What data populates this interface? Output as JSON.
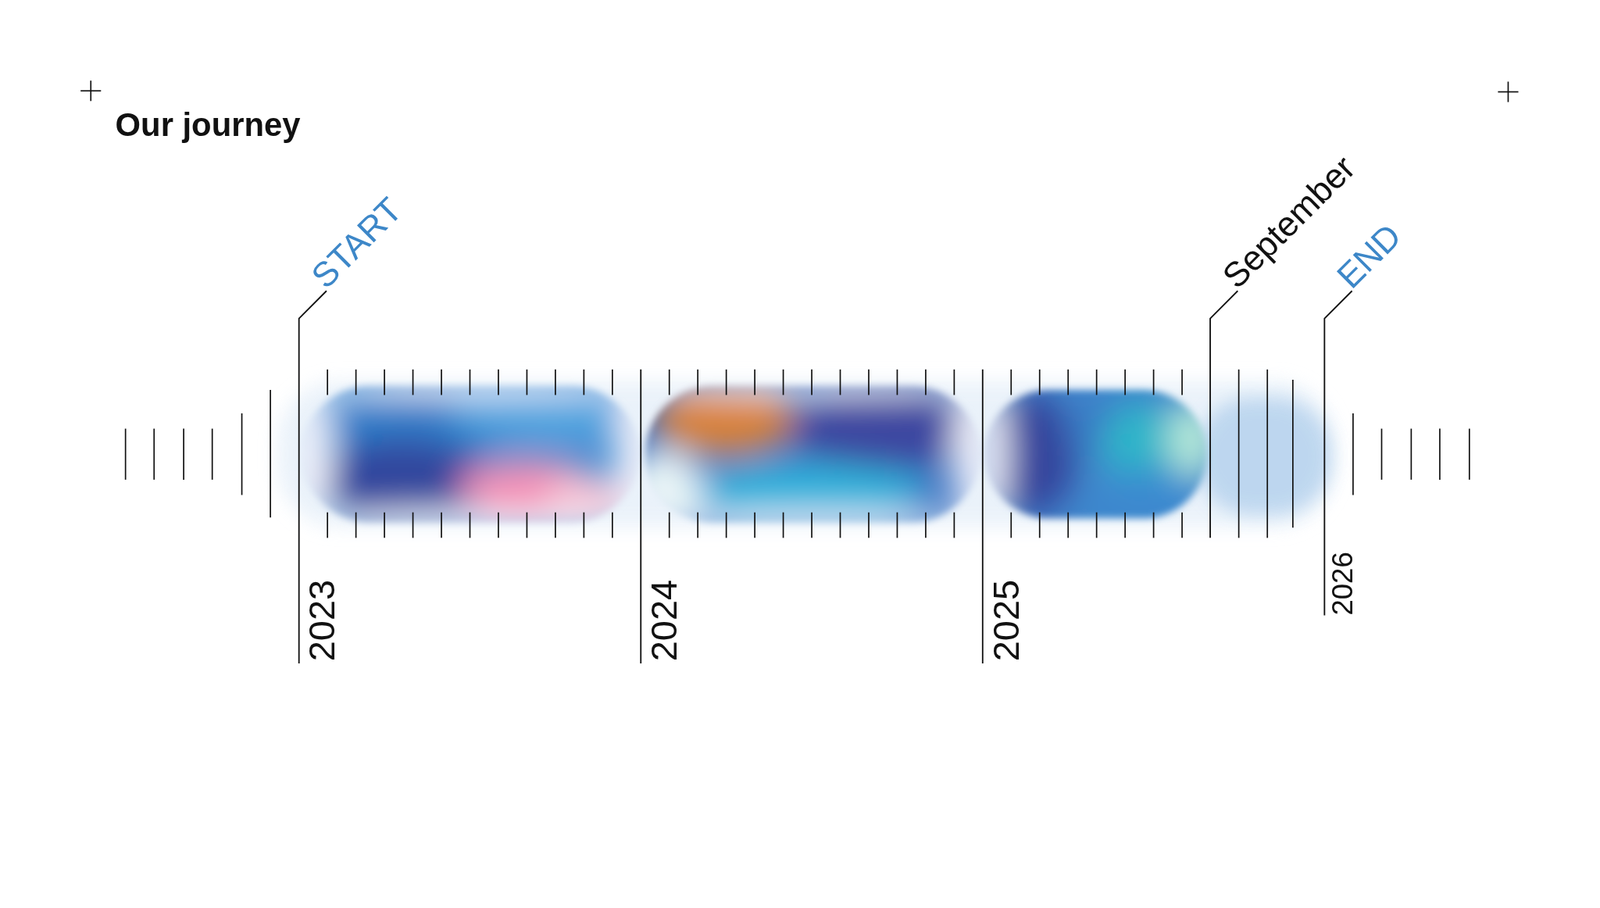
{
  "diagram": {
    "title": "Our journey",
    "labels": [
      "START",
      "2023",
      "2024",
      "2025",
      "September",
      "END",
      "2026"
    ]
  }
}
